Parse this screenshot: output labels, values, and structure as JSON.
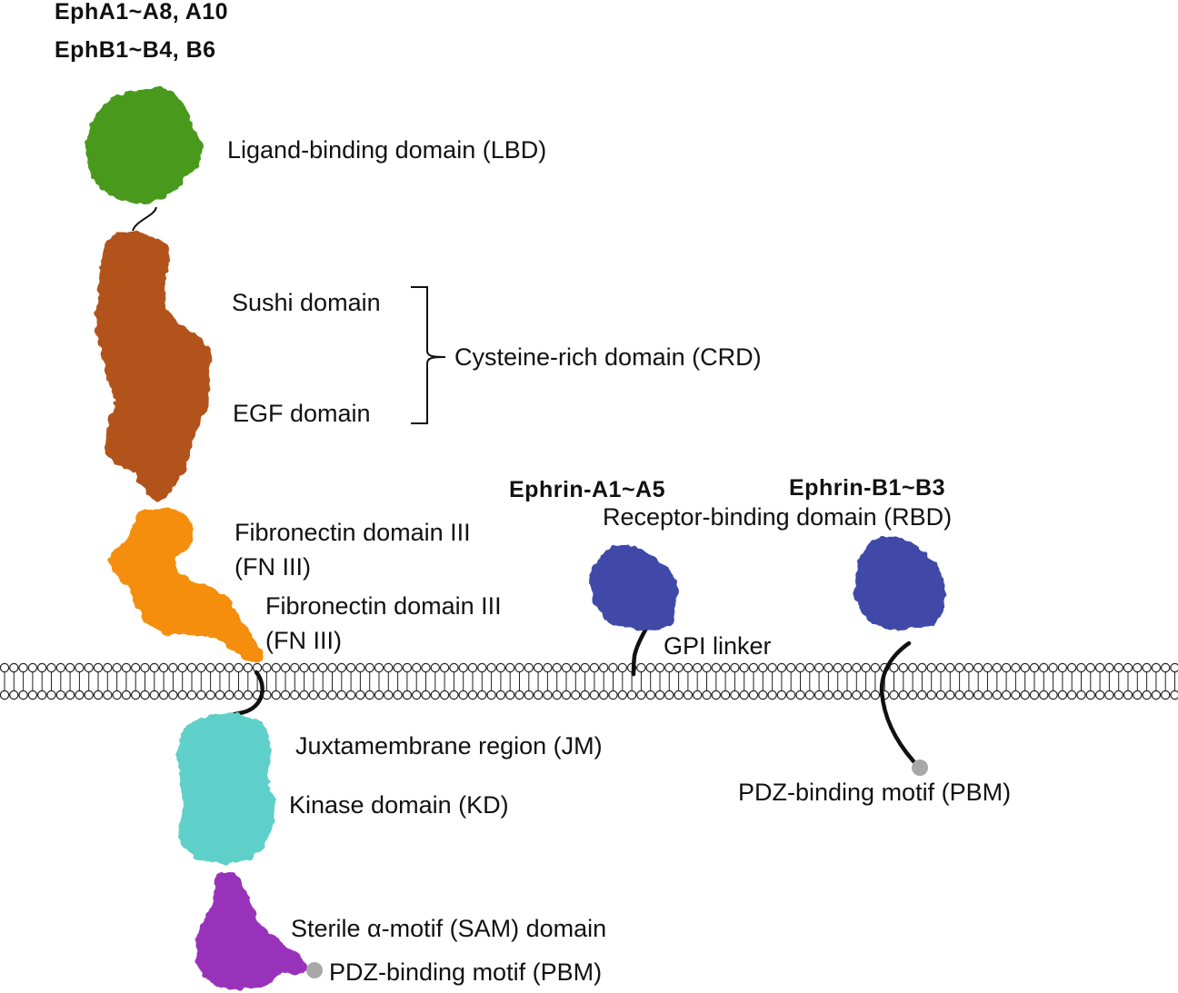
{
  "receptor": {
    "header_a": "EphA1~A8, A10",
    "header_b": "EphB1~B4, B6",
    "lbd": "Ligand-binding domain (LBD)",
    "sushi": "Sushi domain",
    "egf": "EGF domain",
    "crd": "Cysteine-rich domain (CRD)",
    "fn1_line1": "Fibronectin domain III",
    "fn1_line2": "(FN III)",
    "fn2_line1": "Fibronectin domain III",
    "fn2_line2": "(FN III)",
    "jm": "Juxtamembrane region (JM)",
    "kd": "Kinase domain (KD)",
    "sam": "Sterile α-motif (SAM) domain",
    "pbm": "PDZ-binding motif (PBM)"
  },
  "ephrin": {
    "a_header": "Ephrin-A1~A5",
    "b_header": "Ephrin-B1~B3",
    "rbd": "Receptor-binding domain (RBD)",
    "gpi": "GPI linker",
    "pbm": "PDZ-binding motif (PBM)"
  },
  "colors": {
    "lbd": "#4a9a1f",
    "crd": "#b3531a",
    "fn3": "#f58e0a",
    "kinase": "#5fd0c9",
    "sam": "#9933bb",
    "ephrin": "#3f4aa8",
    "pbm_dot": "#a8a8a8",
    "linker": "#111111"
  }
}
